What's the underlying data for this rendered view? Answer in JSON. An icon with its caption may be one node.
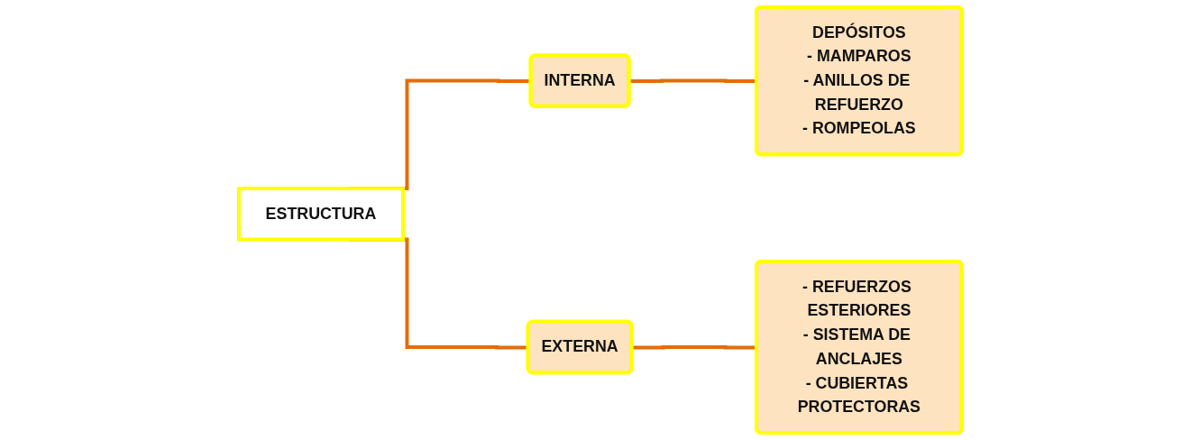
{
  "diagram": {
    "nodes": [
      {
        "text": [
          "ESTRUCTURA"
        ]
      },
      {
        "text": [
          "INTERNA"
        ]
      },
      {
        "text": [
          "EXTERNA"
        ]
      },
      {
        "text": [
          "DEPÓSITOS",
          "- MAMPAROS",
          "- ANILLOS DE REFUERZO",
          "- ROMPEOLAS"
        ]
      },
      {
        "text": [
          "- REFUERZOS ESTERIORES",
          "- SISTEMA DE ANCLAJES",
          "- CUBIERTAS PROTECTORAS"
        ]
      }
    ],
    "edges": [
      {
        "from": 0,
        "to": 1,
        "arrow": "none"
      },
      {
        "from": 0,
        "to": 2,
        "arrow": "none"
      },
      {
        "from": 1,
        "to": 3,
        "arrow": "none"
      },
      {
        "from": 2,
        "to": 4,
        "arrow": "none"
      }
    ]
  }
}
